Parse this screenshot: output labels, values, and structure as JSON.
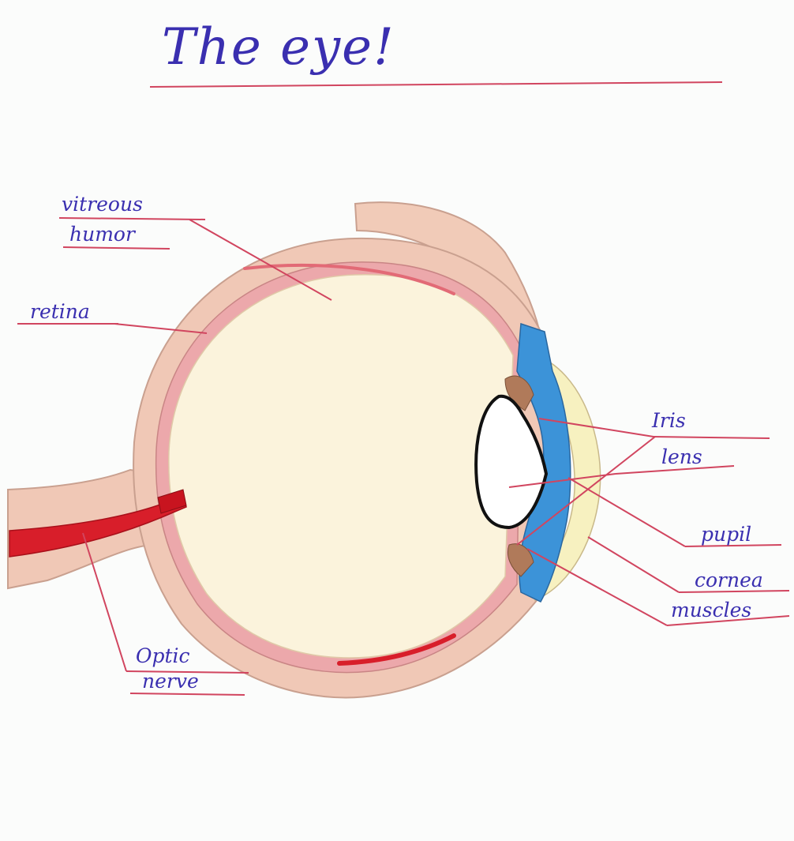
{
  "title": "The eye!",
  "labels": {
    "vitreous_line1": "vitreous",
    "vitreous_line2": "humor",
    "retina": "retina",
    "optic_line1": "Optic",
    "optic_line2": "nerve",
    "iris": "Iris",
    "lens": "lens",
    "pupil": "pupil",
    "cornea": "cornea",
    "muscles": "muscles"
  },
  "colors": {
    "ink": "#3a2fb0",
    "leader": "#d1455f",
    "sclera": "#f0c8b6",
    "vitreous": "#fbf3dc",
    "retina": "#e79aa0",
    "nerve": "#d81e2a",
    "iris_blue": "#3c93d8",
    "cornea": "#f7f1c0",
    "pupil": "#ffffff"
  }
}
